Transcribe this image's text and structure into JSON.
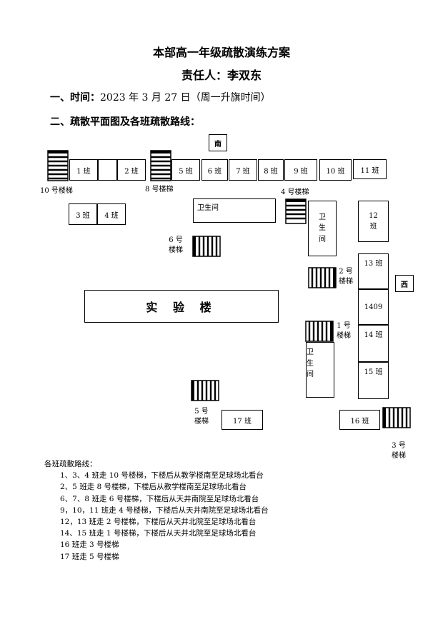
{
  "title": "本部高一年级疏散演练方案",
  "responsible": "责任人：李双东",
  "section1": {
    "label": "一、时间：",
    "value": "2023 年 3 月 27 日（周一升旗时间）"
  },
  "section2": {
    "label": "二、疏散平面图及各班疏散路线："
  },
  "directions": {
    "south": "南",
    "west": "西"
  },
  "rooms": {
    "c1": "1 班",
    "c2": "2 班",
    "c3": "3 班",
    "c4": "4 班",
    "c5": "5 班",
    "c6": "6 班",
    "c7": "7 班",
    "c8": "8 班",
    "c9": "9 班",
    "c10": "10 班",
    "c11": "11 班",
    "c12_a": "12",
    "c12_b": "班",
    "c13": "13 班",
    "r1409": "1409",
    "c14": "14 班",
    "c15": "15 班",
    "c16": "16 班",
    "c17": "17 班",
    "toilet_h": "卫生间",
    "toilet_v": [
      "卫",
      "生",
      "间"
    ],
    "lab": "实 验 楼"
  },
  "stairs": {
    "s10": "10 号楼梯",
    "s8": "8 号楼梯",
    "s4": "4 号楼梯",
    "s6": [
      "6 号",
      "楼梯"
    ],
    "s2": [
      "2 号",
      "楼梯"
    ],
    "s1": [
      "1 号",
      "楼梯"
    ],
    "s5": [
      "5 号",
      "楼梯"
    ],
    "s3": [
      "3 号",
      "楼梯"
    ]
  },
  "routes": {
    "header": "各班疏散路线：",
    "items": [
      "1、3、4 班走 10 号楼梯，下楼后从教学楼南至足球场北看台",
      "2、5 班走 8 号楼梯，下楼后从教学楼南至足球场北看台",
      "6、7、8 班走 6 号楼梯，下楼后从天井南院至足球场北看台",
      "9，10，11 班走 4 号楼梯，下楼后从天井南院至足球场北看台",
      "12，13 班走 2 号楼梯，下楼后从天井北院至足球场北看台",
      "14、15 班走 1 号楼梯，下楼后从天井北院至足球场北看台",
      "16 班走 3 号楼梯",
      "17 班走 5 号楼梯"
    ]
  }
}
